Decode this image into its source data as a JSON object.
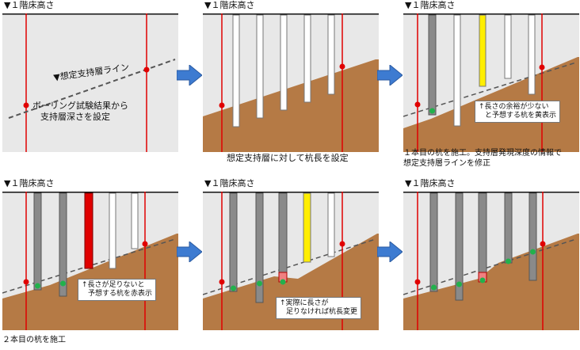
{
  "floor_label": "▼１階床高さ",
  "panels": {
    "p1": {
      "ground_label": "▼想定支持層ライン",
      "note_lines": [
        "ボーリング試験結果から",
        "支持層深さを設定"
      ]
    },
    "p2": {
      "caption": "想定支持層に対して杭長を設定"
    },
    "p3": {
      "note_lines": [
        "↑長さの余裕が少ない",
        "と予想する杭を黄表示"
      ],
      "caption_lines": [
        "１本目の杭を施工。支持層発現深度の情報で",
        "想定支持層ラインを修正"
      ]
    },
    "p4": {
      "note_lines": [
        "↑長さが足りないと",
        "予想する杭を赤表示"
      ],
      "caption": "２本目の杭を施工"
    },
    "p5": {
      "note_lines": [
        "↑実際に長さが",
        "足りなければ杭長変更"
      ]
    },
    "p6": {}
  },
  "colors": {
    "sky": "#e6e6e6",
    "soil": "#b57a45",
    "probe": "#e00000",
    "installed_pile": "#8a8a8a",
    "planned_pile": "#ffffff",
    "warn_pile": "#ffee00",
    "short_pile": "#e00000",
    "extension": "#f08080",
    "arrow": "#3d7bd1",
    "marker_green": "#22b14c"
  }
}
